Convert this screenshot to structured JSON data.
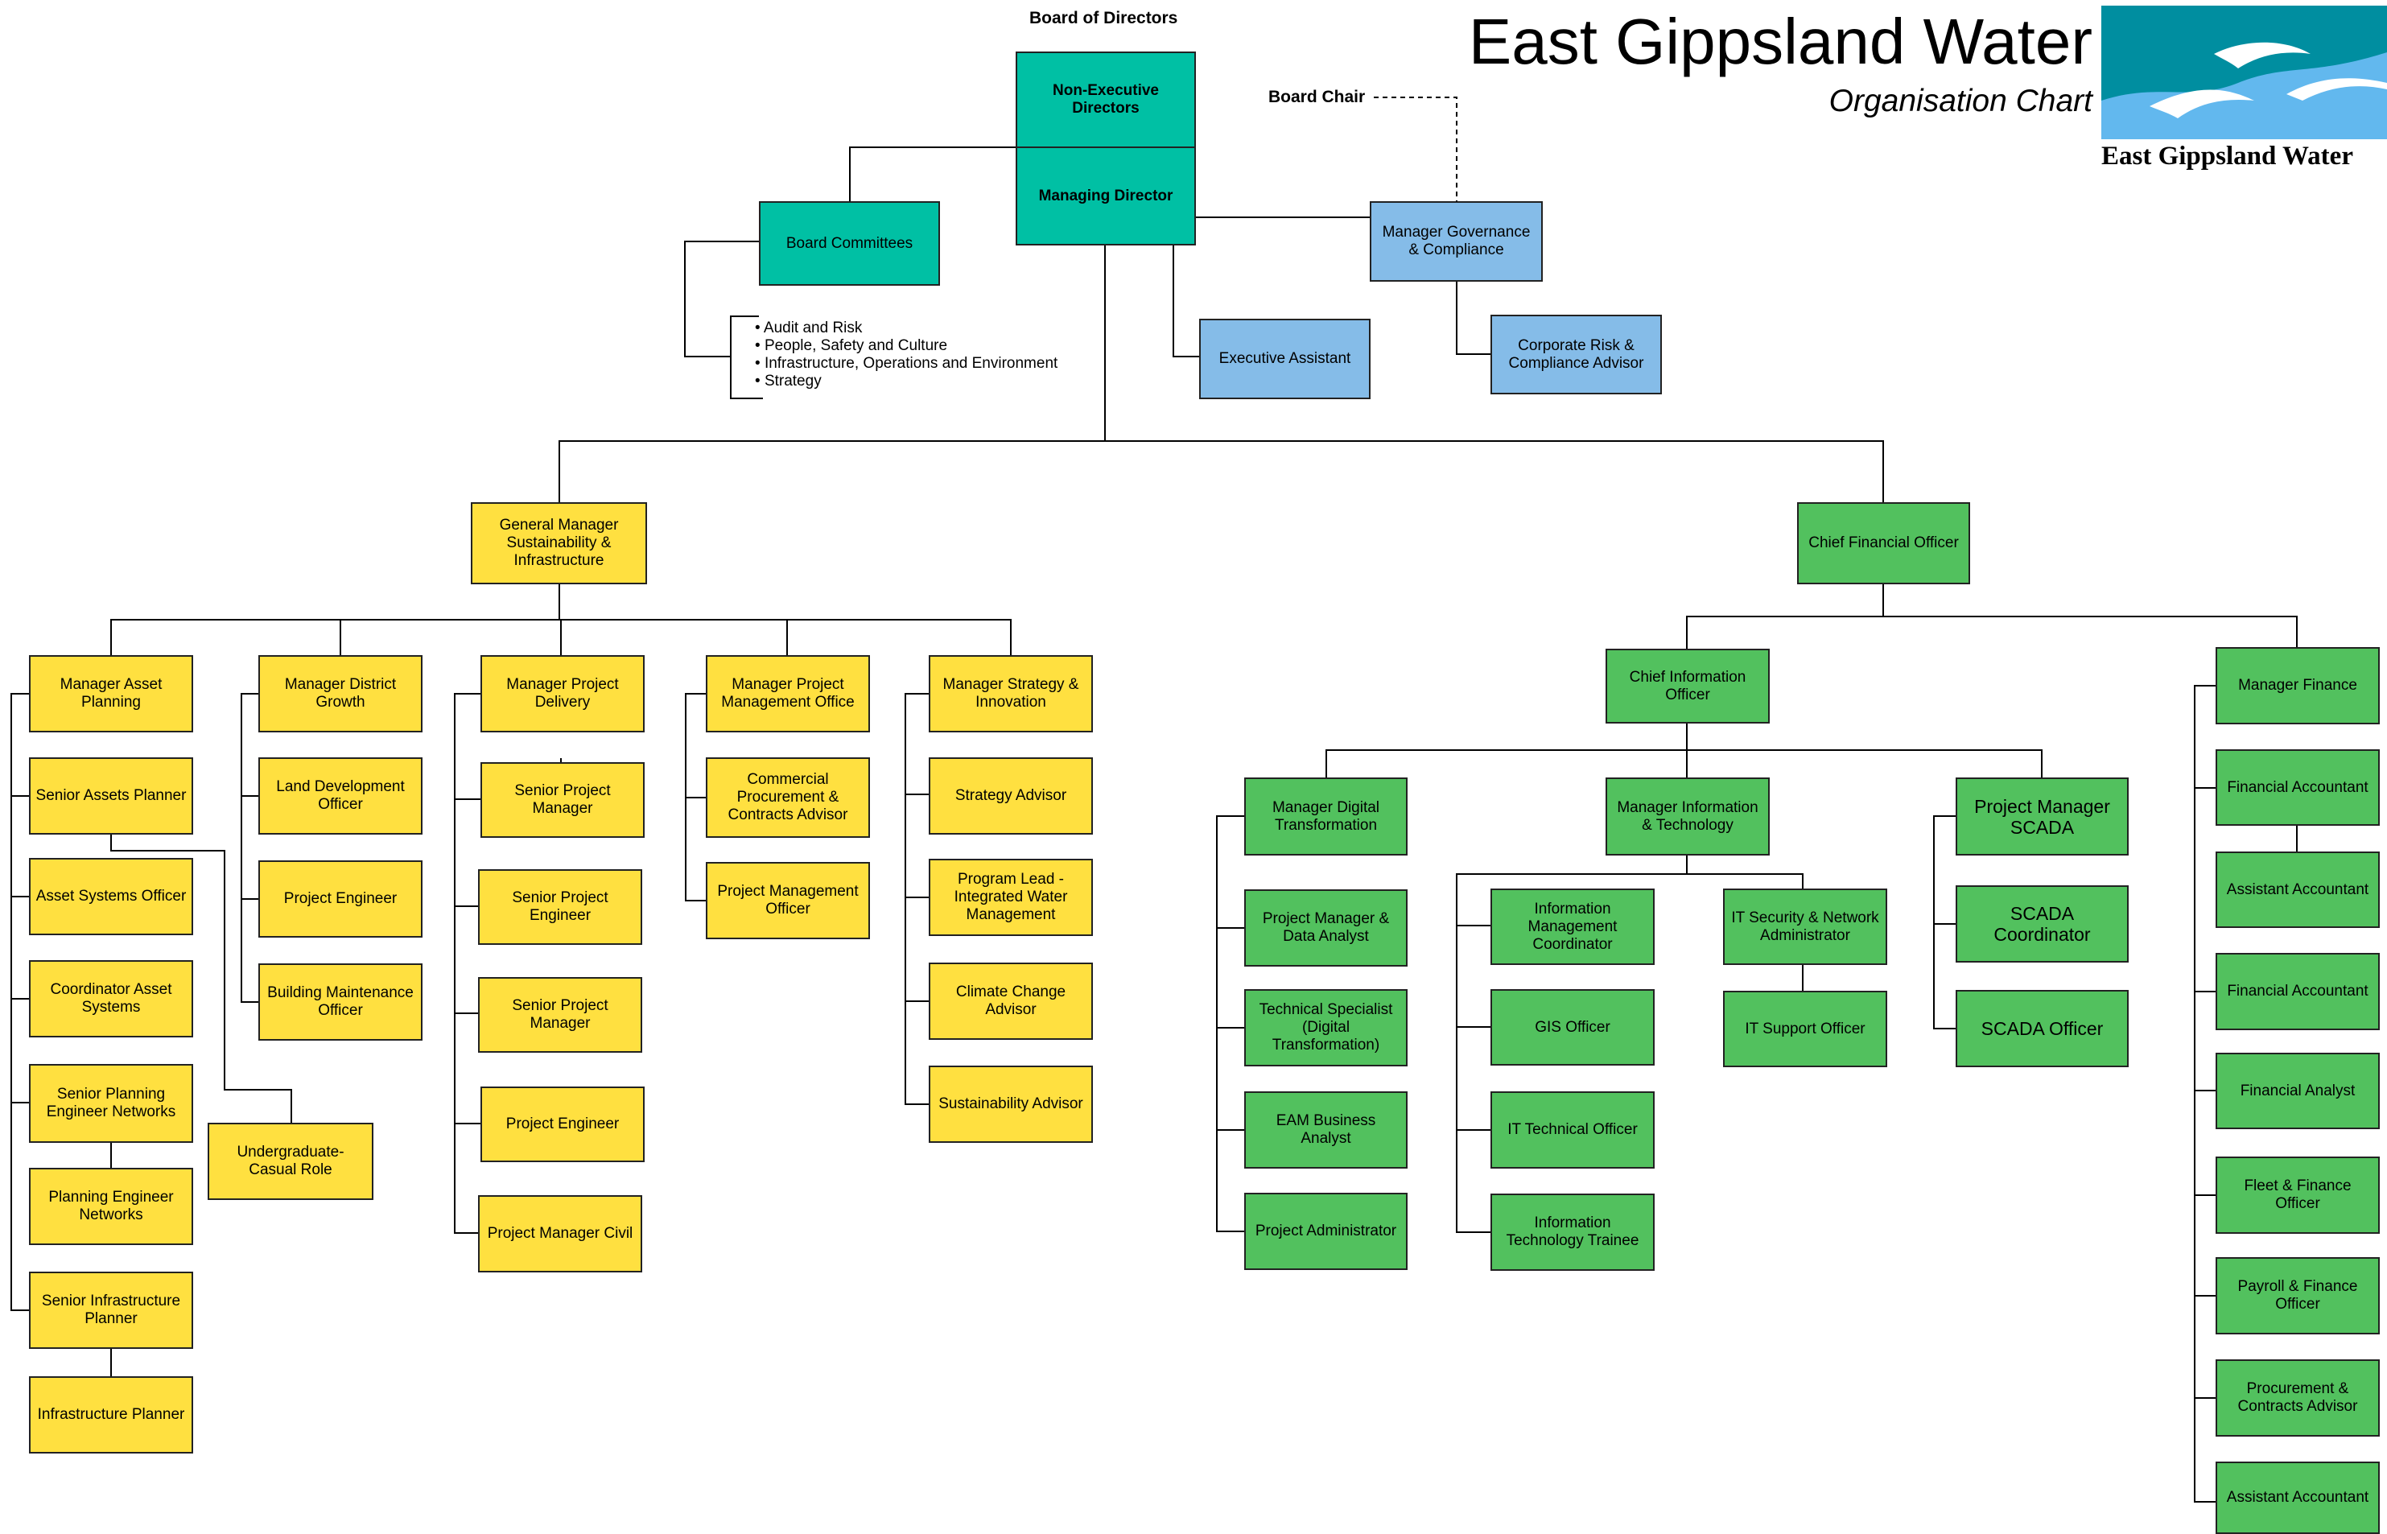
{
  "header": {
    "title": "East Gippsland Water",
    "subtitle": "Organisation Chart",
    "logo_text": "East Gippsland Water",
    "logo_colors": {
      "dark": "#008ea0",
      "light": "#62b8ee"
    }
  },
  "board": {
    "label": "Board of Directors",
    "non_executive": "Non-Executive Directors",
    "managing_director": "Managing Director",
    "board_chair": "Board Chair",
    "committees": "Board Committees",
    "committee_list": [
      "Audit and Risk",
      "People, Safety and Culture",
      "Infrastructure, Operations and Environment",
      "Strategy"
    ]
  },
  "md_office": {
    "governance": "Manager Governance & Compliance",
    "corporate_risk": "Corporate Risk & Compliance Advisor",
    "executive_assistant": "Executive Assistant"
  },
  "colors": {
    "yellow": "#ffe040",
    "green": "#52c15e",
    "teal": "#00c0a4",
    "blue": "#85bce8"
  },
  "sustainability": {
    "gm": "General Manager Sustainability & Infrastructure",
    "asset_planning": [
      "Manager Asset Planning",
      "Senior Assets Planner",
      "Asset Systems Officer",
      "Coordinator Asset Systems",
      "Senior Planning Engineer Networks",
      "Planning Engineer Networks",
      "Senior Infrastructure Planner",
      "Infrastructure Planner"
    ],
    "undergraduate": "Undergraduate-Casual Role",
    "district_growth": [
      "Manager District Growth",
      "Land Development Officer",
      "Project Engineer",
      "Building Maintenance Officer"
    ],
    "project_delivery": [
      "Manager Project Delivery",
      "Senior Project Manager",
      "Senior Project Engineer",
      "Senior Project Manager",
      "Project Engineer",
      "Project Manager Civil"
    ],
    "pmo": [
      "Manager Project Management Office",
      "Commercial Procurement & Contracts Advisor",
      "Project Management Officer"
    ],
    "strategy": [
      "Manager Strategy & Innovation",
      "Strategy Advisor",
      "Program Lead - Integrated Water Management",
      "Climate Change Advisor",
      "Sustainability Advisor"
    ]
  },
  "finance_branch": {
    "cfo": "Chief Financial Officer",
    "cio": "Chief Information Officer",
    "digital": [
      "Manager Digital Transformation",
      "Project Manager & Data Analyst",
      "Technical Specialist (Digital Transformation)",
      "EAM Business Analyst",
      "Project Administrator"
    ],
    "it_manager": "Manager Information & Technology",
    "it_left": [
      "Information Management Coordinator",
      "GIS Officer",
      "IT Technical Officer",
      "Information Technology Trainee"
    ],
    "it_right": [
      "IT Security & Network Administrator",
      "IT Support Officer"
    ],
    "scada": [
      "Project Manager SCADA",
      "SCADA Coordinator",
      "SCADA Officer"
    ],
    "finance": [
      "Manager Finance",
      "Financial Accountant",
      "Assistant Accountant",
      "Financial Accountant",
      "Financial Analyst",
      "Fleet & Finance Officer",
      "Payroll & Finance Officer",
      "Procurement & Contracts Advisor",
      "Assistant Accountant"
    ]
  }
}
